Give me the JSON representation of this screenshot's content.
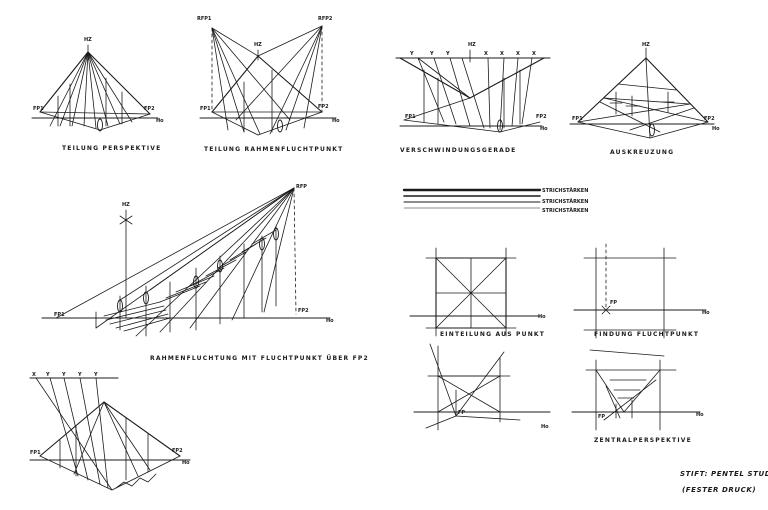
{
  "captions": {
    "teilung_perspektive": "TEILUNG PERSPEKTIVE",
    "teilung_rahmen": "TEILUNG RAHMENFLUCHTPUNKT",
    "verschwindungsgerade": "VERSCHWINDUNGSGERADE",
    "auskreuzung": "AUSKREUZUNG",
    "rahmenfluchtung": "RAHMENFLUCHTUNG MIT FLUCHTPUNKT ÜBER FP2",
    "stroke_1": "STRICHSTÄRKEN",
    "stroke_2": "STRICHSTÄRKEN",
    "stroke_3": "STRICHSTÄRKEN",
    "einteilung": "EINTEILUNG AUS PUNKT",
    "findung_fluchtpunkt": "FINDUNG FLUCHTPUNKT",
    "zentralperspektive": "ZENTRALPERSPEKTIVE"
  },
  "labels": {
    "hz": "Hz",
    "hz_short": "HZ",
    "ho": "Ho",
    "fp1": "FP1",
    "fp2": "FP2",
    "rfp": "RFP",
    "rfp1": "RFP1",
    "rfp2": "RFP2",
    "fp": "FP",
    "y": "Y",
    "x": "X"
  },
  "signature": {
    "line1": "STIFT: PENTEL STUDIO",
    "line2": "(FESTER DRUCK)"
  }
}
